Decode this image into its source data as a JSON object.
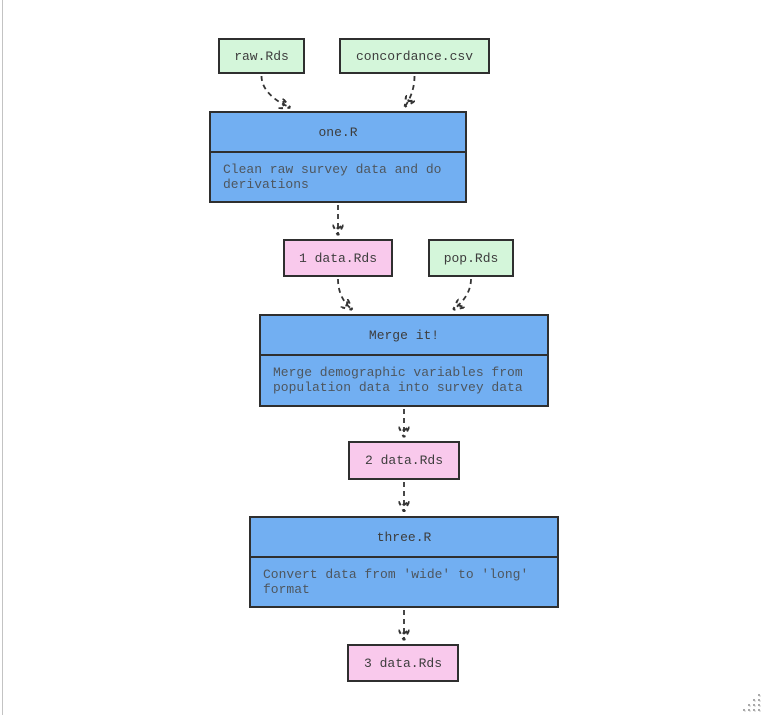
{
  "nodes": {
    "raw_rds": {
      "label": "raw.Rds"
    },
    "concordance_csv": {
      "label": "concordance.csv"
    },
    "one_r": {
      "title": "one.R",
      "description": "Clean raw survey data and do derivations"
    },
    "data1_rds": {
      "label": "1 data.Rds"
    },
    "pop_rds": {
      "label": "pop.Rds"
    },
    "merge_it": {
      "title": "Merge it!",
      "description": "Merge demographic variables from population data into survey data"
    },
    "data2_rds": {
      "label": "2 data.Rds"
    },
    "three_r": {
      "title": "three.R",
      "description": "Convert data from 'wide' to 'long' format"
    },
    "data3_rds": {
      "label": "3 data.Rds"
    }
  },
  "edges": [
    {
      "from": "raw.Rds",
      "to": "one.R"
    },
    {
      "from": "concordance.csv",
      "to": "one.R"
    },
    {
      "from": "one.R",
      "to": "1 data.Rds"
    },
    {
      "from": "1 data.Rds",
      "to": "Merge it!"
    },
    {
      "from": "pop.Rds",
      "to": "Merge it!"
    },
    {
      "from": "Merge it!",
      "to": "2 data.Rds"
    },
    {
      "from": "2 data.Rds",
      "to": "three.R"
    },
    {
      "from": "three.R",
      "to": "3 data.Rds"
    }
  ],
  "colors": {
    "source_fill": "#d4f6da",
    "target_fill": "#f9c9ec",
    "step_fill": "#72aff2",
    "node_border": "#2f2f2f",
    "edge": "#333333",
    "title_text": "#3d3d3d",
    "description_text": "#4e565e"
  }
}
